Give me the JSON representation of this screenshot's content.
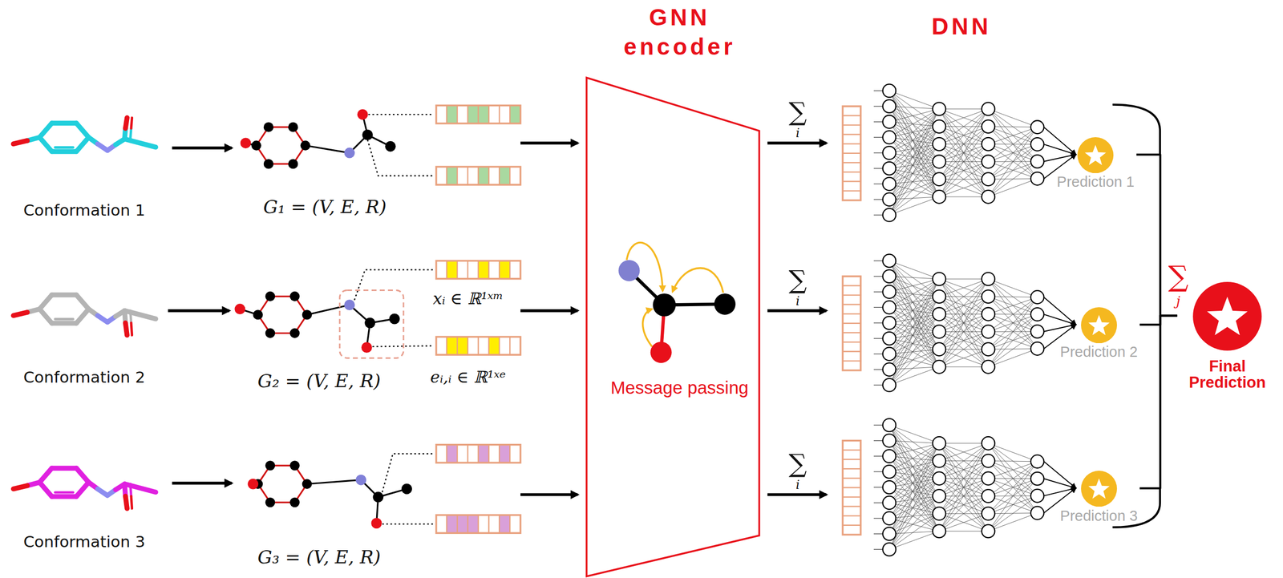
{
  "diagram": {
    "nodes": [
      {
        "text": [
          "GNN encoder",
          "Message passing"
        ]
      },
      {
        "text": [
          "Prediction 1"
        ]
      },
      {
        "text": [
          "Prediction 2"
        ]
      },
      {
        "text": [
          "Prediction 3"
        ]
      },
      {
        "text": [
          "Final Prediction"
        ]
      }
    ],
    "edges": [
      {
        "from": 1,
        "to": 4,
        "arrow": "none"
      },
      {
        "from": 2,
        "to": 4,
        "arrow": "none"
      },
      {
        "from": 3,
        "to": 4,
        "arrow": "none"
      }
    ],
    "labels": [
      "DNN",
      "Conformation 1",
      "Conformation 2",
      "Conformation 3",
      "G₁ = (V, E, R)",
      "G₂ = (V, E, R)",
      "G₃ = (V, E, R)",
      "xᵢ ∈ ℝ¹ˣᵐ",
      "eᵢ,ᵢ ∈ ℝ¹ˣᵉ",
      "∑",
      "i",
      "∑",
      "i",
      "∑",
      "i",
      "∑",
      "j"
    ]
  }
}
